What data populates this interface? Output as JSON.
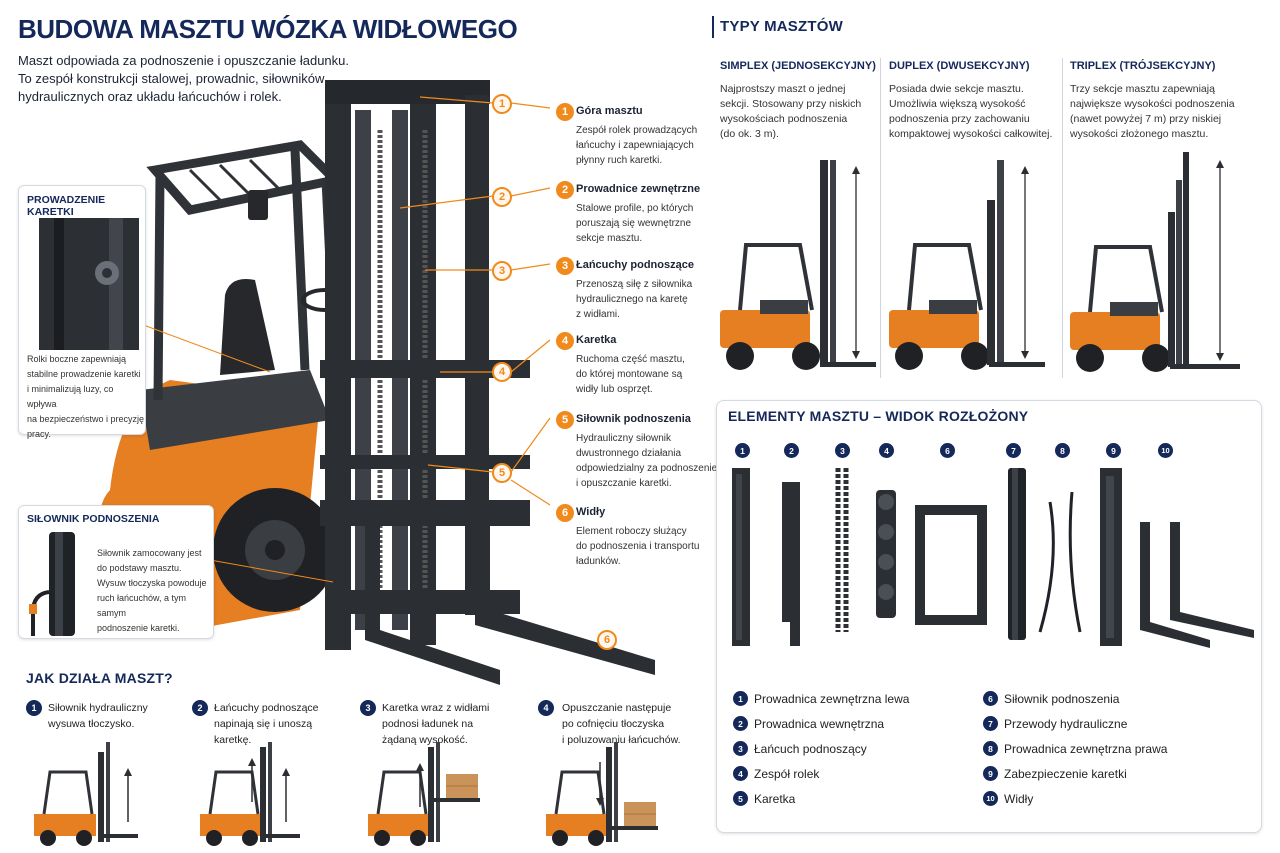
{
  "header": {
    "title": "BUDOWA MASZTU WÓZKA WIDŁOWEGO",
    "intro_lines": [
      "Maszt odpowiada za podnoszenie i opuszczanie ładunku.",
      "To zespół konstrukcji stalowej, prowadnic, siłowników",
      "hydraulicznych oraz układu łańcuchów i rolek."
    ]
  },
  "callouts": [
    {
      "num": "1",
      "title": "Góra masztu",
      "lines": [
        "Zespół rolek prowadzących",
        "łańcuchy i zapewniających",
        "płynny ruch karetki."
      ]
    },
    {
      "num": "2",
      "title": "Prowadnice zewnętrzne",
      "lines": [
        "Stalowe profile, po których",
        "poruszają się wewnętrzne",
        "sekcje masztu."
      ]
    },
    {
      "num": "3",
      "title": "Łańcuchy podnoszące",
      "lines": [
        "Przenoszą siłę z siłownika",
        "hydraulicznego na karetę",
        "z widłami."
      ]
    },
    {
      "num": "4",
      "title": "Karetka",
      "lines": [
        "Ruchoma część masztu,",
        "do której montowane są",
        "widły lub osprzęt."
      ]
    },
    {
      "num": "5",
      "title": "Siłownik podnoszenia",
      "lines": [
        "Hydrauliczny siłownik",
        "dwustronnego działania",
        "odpowiedzialny za podnoszenie",
        "i opuszczanie karetki."
      ]
    },
    {
      "num": "6",
      "title": "Widły",
      "lines": [
        "Element roboczy służący",
        "do podnoszenia i transportu",
        "ładunków."
      ]
    }
  ],
  "card_guides": {
    "title": "PROWADZENIE KARETKI",
    "lines": [
      "Rolki boczne zapewniają",
      "stabilne prowadzenie karetki",
      "i minimalizują luzy, co wpływa",
      "na bezpieczeństwo i precyzję",
      "pracy."
    ]
  },
  "card_cylinder": {
    "title": "SIŁOWNIK PODNOSZENIA",
    "lines": [
      "Siłownik zamocowany jest",
      "do podstawy masztu.",
      "Wysuw tłoczyska powoduje",
      "ruch łańcuchów, a tym samym",
      "podnoszenie karetki."
    ]
  },
  "how": {
    "title": "JAK DZIAŁA MASZT?",
    "steps": [
      {
        "num": "1",
        "lines": [
          "Siłownik hydrauliczny",
          "wysuwa tłoczysko."
        ]
      },
      {
        "num": "2",
        "lines": [
          "Łańcuchy podnoszące",
          "napinają się i unoszą",
          "karetkę."
        ]
      },
      {
        "num": "3",
        "lines": [
          "Karetka wraz z widłami",
          "podnosi ładunek na",
          "żądaną wysokość."
        ]
      },
      {
        "num": "4",
        "lines": [
          "Opuszczanie następuje",
          "po cofnięciu tłoczyska",
          "i poluzowaniu łańcuchów."
        ]
      }
    ]
  },
  "types": {
    "title": "TYPY MASZTÓW",
    "items": [
      {
        "title": "SIMPLEX (JEDNOSEKCYJNY)",
        "lines": [
          "Najprostszy maszt o jednej",
          "sekcji. Stosowany przy niskich",
          "wysokościach podnoszenia",
          "(do ok. 3 m)."
        ]
      },
      {
        "title": "DUPLEX (DWUSEKCYJNY)",
        "lines": [
          "Posiada dwie sekcje masztu.",
          "Umożliwia większą wysokość",
          "podnoszenia przy zachowaniu",
          "kompaktowej wysokości całkowitej."
        ]
      },
      {
        "title": "TRIPLEX (TRÓJSEKCYJNY)",
        "lines": [
          "Trzy sekcje masztu zapewniają",
          "największe wysokości podnoszenia",
          "(nawet powyżej 7 m) przy niskiej",
          "wysokości złożonego masztu."
        ]
      }
    ]
  },
  "elements": {
    "title": "ELEMENTY MASZTU – WIDOK ROZŁOŻONY",
    "nums": [
      "1",
      "2",
      "3",
      "4",
      "6",
      "7",
      "8",
      "9",
      "10"
    ],
    "legend": [
      {
        "num": "1",
        "label": "Prowadnica zewnętrzna lewa"
      },
      {
        "num": "2",
        "label": "Prowadnica wewnętrzna"
      },
      {
        "num": "3",
        "label": "Łańcuch podnoszący"
      },
      {
        "num": "4",
        "label": "Zespół rolek"
      },
      {
        "num": "5",
        "label": "Karetka"
      },
      {
        "num": "6",
        "label": "Siłownik podnoszenia"
      },
      {
        "num": "7",
        "label": "Przewody hydrauliczne"
      },
      {
        "num": "8",
        "label": "Prowadnica zewnętrzna prawa"
      },
      {
        "num": "9",
        "label": "Zabezpieczenie karetki"
      },
      {
        "num": "10",
        "label": "Widły"
      }
    ]
  },
  "colors": {
    "navy": "#14285a",
    "orange": "#f08a1c",
    "steel": "#2b2e33"
  }
}
